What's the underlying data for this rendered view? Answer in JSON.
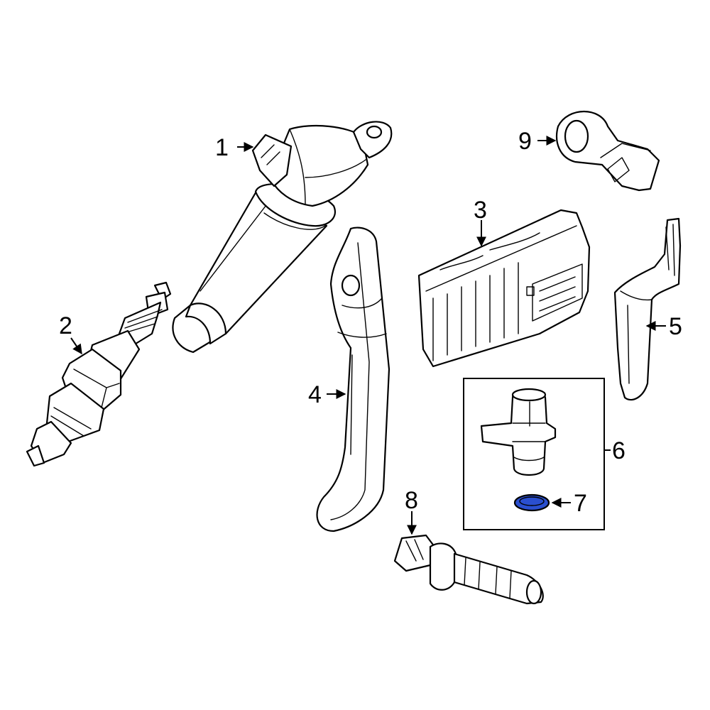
{
  "callouts": {
    "c1": "1",
    "c2": "2",
    "c3": "3",
    "c4": "4",
    "c5": "5",
    "c6": "6",
    "c7": "7",
    "c8": "8",
    "c9": "9"
  },
  "colors": {
    "highlight_part": "#2a4fcf",
    "line": "#000000",
    "background": "#ffffff"
  },
  "parts": [
    {
      "callout": "1",
      "icon": "ignition-coil-icon"
    },
    {
      "callout": "2",
      "icon": "spark-plug-icon"
    },
    {
      "callout": "3",
      "icon": "control-module-icon"
    },
    {
      "callout": "4",
      "icon": "bracket-icon"
    },
    {
      "callout": "5",
      "icon": "bracket-icon"
    },
    {
      "callout": "6",
      "icon": "camshaft-sensor-icon"
    },
    {
      "callout": "7",
      "icon": "o-ring-icon",
      "highlighted": true
    },
    {
      "callout": "8",
      "icon": "crankshaft-sensor-icon"
    },
    {
      "callout": "9",
      "icon": "knock-sensor-icon"
    }
  ]
}
